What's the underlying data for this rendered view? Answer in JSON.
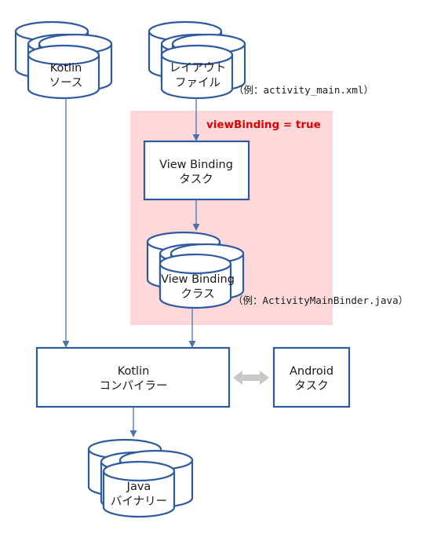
{
  "nodes": {
    "kotlin_source": {
      "line1": "Kotlin",
      "line2": "ソース"
    },
    "layout_file": {
      "line1": "レイアウト",
      "line2": "ファイル"
    },
    "layout_example": {
      "prefix": "（例：",
      "code": "activity_main.xml",
      "suffix": "）"
    },
    "view_binding_flag": "viewBinding = true",
    "vb_task": {
      "line1": "View Binding",
      "line2": "タスク"
    },
    "vb_class": {
      "line1": "View Binding",
      "line2": "クラス"
    },
    "class_example": {
      "prefix": "（例：",
      "code": "ActivityMainBinder.java",
      "suffix": "）"
    },
    "compiler": {
      "line1": "Kotlin",
      "line2": "コンパイラー"
    },
    "android_task": {
      "line1": "Android",
      "line2": "タスク"
    },
    "java_binary": {
      "line1": "Java",
      "line2": "バイナリー"
    }
  },
  "colors": {
    "stroke": "#2e5aa0",
    "arrow": "#4a72b0",
    "highlight_bg": "#ffd9d9",
    "flag_text": "#e00000",
    "double_arrow": "#c8c8c8"
  }
}
